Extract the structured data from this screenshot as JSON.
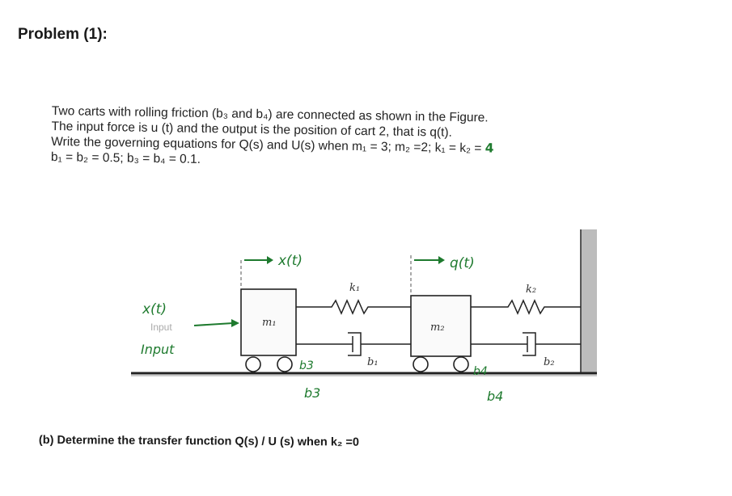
{
  "problem_title": "Problem (1):",
  "statement_lines": [
    "Two carts with rolling friction (b₃ and b₄) are connected as shown in the Figure.",
    "The input force is u (t) and the output is the position of cart 2, that is q(t).",
    "Write the governing equations for  Q(s) and U(s) when m₁ = 3; m₂ =2; k₁ = k₂ = ",
    "b₁ = b₂ = 0.5; b₃ = b₄ = 0.1."
  ],
  "k_value_handwritten": "4",
  "figure": {
    "mass1": "m₁",
    "mass2": "m₂",
    "spring1": "k₁",
    "spring2": "k₂",
    "damper1": "b₁",
    "damper2": "b₂",
    "input_printed": "Input",
    "input_handwritten": "x(t)",
    "input_handwritten_word": "Input",
    "x_arrow_label": "x(t)",
    "q_arrow_label": "q(t)",
    "b3_label_near": "b3",
    "b3_label_below": "b3",
    "b4_label_near": "b4",
    "b4_label_below": "b4"
  },
  "part_b": "(b) Determine the transfer function Q(s) / U (s) when k₂ =0",
  "colors": {
    "ink": "#1a1a1a",
    "handwriting": "#1e7a2e",
    "wall": "#b5b5b5"
  }
}
